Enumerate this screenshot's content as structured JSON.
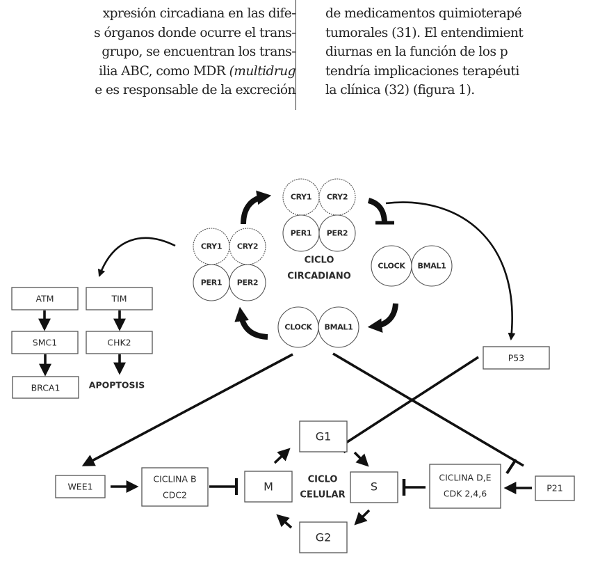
{
  "article": {
    "left_column": [
      {
        "text": "xpresión circadiana en las dife-"
      },
      {
        "text": "s órganos donde ocurre el trans-"
      },
      {
        "text": "grupo, se encuentran los trans-"
      },
      {
        "text": "ilia ABC, como MDR ",
        "italic": "(multidrug"
      },
      {
        "text": "e es responsable de la excreción"
      }
    ],
    "right_column": [
      "de medicamentos quimioterapé",
      "tumorales (31). El entendimient",
      "diurnas en la función de los p",
      "tendría implicaciones terapéuti",
      "la clínica (32) (figura 1)."
    ]
  },
  "figure": {
    "circadian_label": [
      "CICLO",
      "CIRCADIANO"
    ],
    "cell_cycle_label": [
      "CICLO",
      "CELULAR"
    ],
    "complex_top": {
      "cry1": "CRY1",
      "cry2": "CRY2",
      "per1": "PER1",
      "per2": "PER2"
    },
    "complex_left": {
      "cry1": "CRY1",
      "cry2": "CRY2",
      "per1": "PER1",
      "per2": "PER2"
    },
    "clock_right": {
      "clock": "CLOCK",
      "bmal1": "BMAL1"
    },
    "clock_bottom": {
      "clock": "CLOCK",
      "bmal1": "BMAL1"
    },
    "dna_damage": {
      "atm": "ATM",
      "smc1": "SMC1",
      "brca1": "BRCA1",
      "tim": "TIM",
      "chk2": "CHK2",
      "apoptosis": "APOPTOSIS"
    },
    "p53": "P53",
    "p21": "P21",
    "wee1": "WEE1",
    "cyclin_b": [
      "CICLINA B",
      "CDC2"
    ],
    "cyclin_d": [
      "CICLINA D,E",
      "CDK 2,4,6"
    ],
    "phases": {
      "g1": "G1",
      "s": "S",
      "g2": "G2",
      "m": "M"
    }
  }
}
